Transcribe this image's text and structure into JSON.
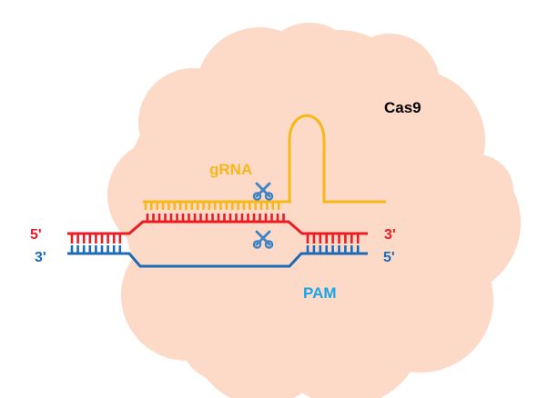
{
  "labels": {
    "protein": "Cas9",
    "guide": "gRNA",
    "pam": "PAM",
    "top_left_end": "5'",
    "top_right_end": "3'",
    "bottom_left_end": "3'",
    "bottom_right_end": "5'"
  },
  "colors": {
    "cloud": "#fdd9c7",
    "grna": "#f8b719",
    "target_strand": "#ea1d24",
    "complement_strand": "#1c6bb8",
    "pam_label": "#1ba4e6",
    "scissors": "#3d84c6",
    "cas9_label": "#000000"
  },
  "icons": {
    "cut_site_top": "scissors-icon",
    "cut_site_bottom": "scissors-icon"
  }
}
